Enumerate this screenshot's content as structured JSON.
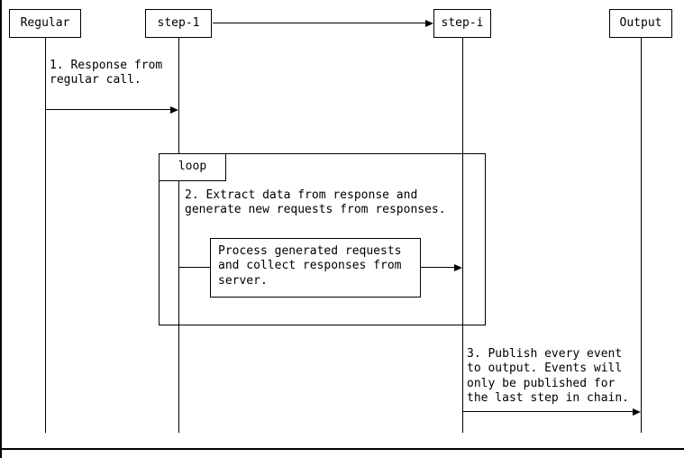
{
  "diagram": {
    "participants": [
      {
        "label": "Regular"
      },
      {
        "label": "step-1"
      },
      {
        "label": "step-i"
      },
      {
        "label": "Output"
      }
    ],
    "loop": {
      "label": "loop",
      "note": "2. Extract data from response and generate new requests from responses.",
      "process_box": "Process generated requests and collect responses from server."
    },
    "messages": {
      "msg1": "1. Response from regular call.",
      "msg3": "3. Publish every event to output. Events will only be published for the last step in chain."
    }
  }
}
